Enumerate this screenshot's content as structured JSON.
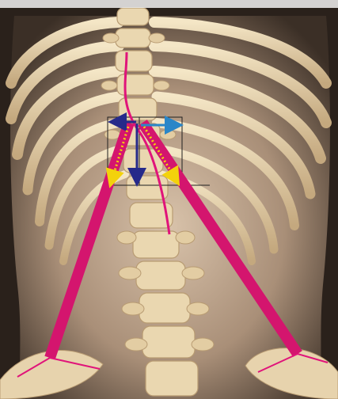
{
  "figure": {
    "palette": {
      "backdrop": "#2a211b",
      "skin_outer": "#6b5646",
      "skin_inner": "#c9b19a",
      "bone": "#ead7b0",
      "bone_shadow": "#b89b72",
      "spine_line": "#e0147a",
      "band": "#d4156e",
      "arrow_navy": "#262a8a",
      "arrow_blue": "#2a86c8",
      "arrow_yellow": "#f3d20c",
      "box_line": "#1f1f1f"
    },
    "arrows": [
      {
        "name": "left-arrow",
        "color": "#262a8a"
      },
      {
        "name": "right-arrow",
        "color": "#2a86c8"
      },
      {
        "name": "down-arrow",
        "color": "#262a8a"
      },
      {
        "name": "yellow-dotted-left-arrow",
        "color": "#f3d20c"
      },
      {
        "name": "yellow-dotted-right-arrow",
        "color": "#f3d20c"
      }
    ]
  }
}
